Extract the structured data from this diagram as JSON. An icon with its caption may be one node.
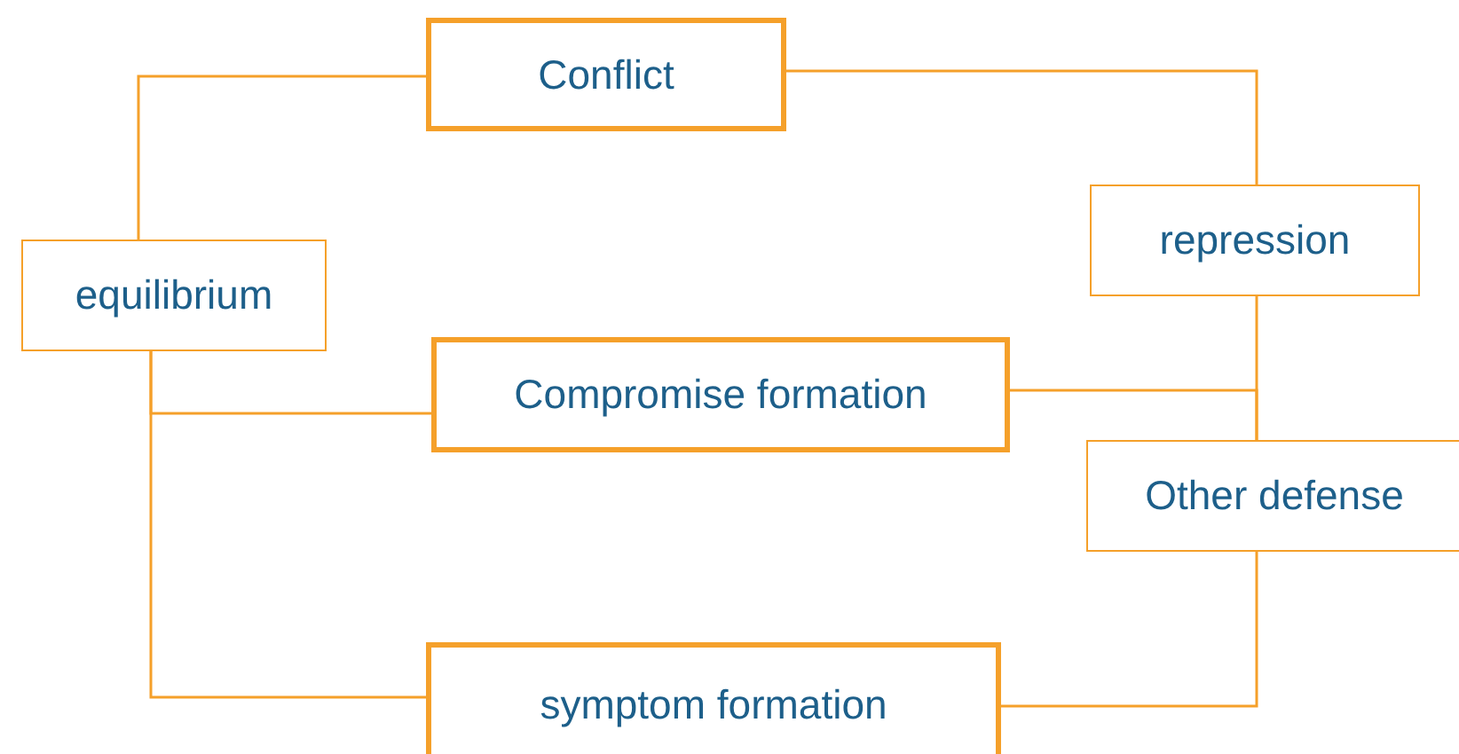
{
  "diagram": {
    "nodes": [
      {
        "text": [
          "Conflict"
        ]
      },
      {
        "text": [
          "equilibrium"
        ]
      },
      {
        "text": [
          "repression"
        ]
      },
      {
        "text": [
          "Compromise formation"
        ]
      },
      {
        "text": [
          "Other defense"
        ]
      },
      {
        "text": [
          "symptom formation"
        ]
      }
    ],
    "edges": [
      {
        "from": 0,
        "to": 1,
        "arrow": "none"
      },
      {
        "from": 0,
        "to": 2,
        "arrow": "none"
      },
      {
        "from": 2,
        "to": 4,
        "arrow": "none"
      },
      {
        "from": 3,
        "to": 4,
        "arrow": "none"
      },
      {
        "from": 1,
        "to": 3,
        "arrow": "none"
      },
      {
        "from": 1,
        "to": 5,
        "arrow": "none"
      },
      {
        "from": 4,
        "to": 5,
        "arrow": "none"
      }
    ]
  }
}
